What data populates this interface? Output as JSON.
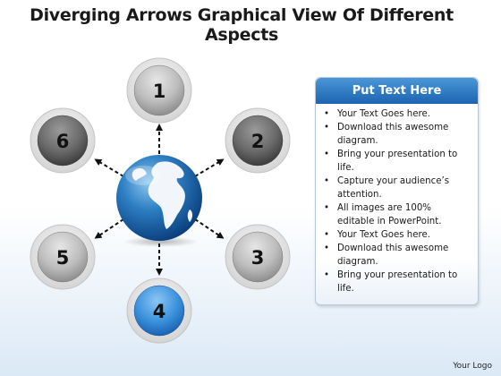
{
  "title": "Diverging Arrows Graphical View Of Different Aspects",
  "nodes": [
    {
      "label": "1",
      "style": "gray-light"
    },
    {
      "label": "2",
      "style": "gray-dark"
    },
    {
      "label": "3",
      "style": "gray-light"
    },
    {
      "label": "4",
      "style": "blue"
    },
    {
      "label": "5",
      "style": "gray-light"
    },
    {
      "label": "6",
      "style": "gray-dark"
    }
  ],
  "center_icon": "globe-icon",
  "panel": {
    "header": "Put Text Here",
    "items": [
      "Your Text Goes here.",
      "Download this awesome diagram.",
      "Bring your presentation to life.",
      "Capture your audience’s attention.",
      "All images are 100% editable in PowerPoint.",
      "Your Text Goes here.",
      "Download this awesome diagram.",
      "Bring your presentation to life."
    ]
  },
  "footer": {
    "logo_text": "Your Logo"
  },
  "colors": {
    "panel_header": "#1c63b0",
    "accent_blue": "#3f95de",
    "gray_light": "#c9c9c9",
    "gray_dark": "#6e6e6e"
  }
}
